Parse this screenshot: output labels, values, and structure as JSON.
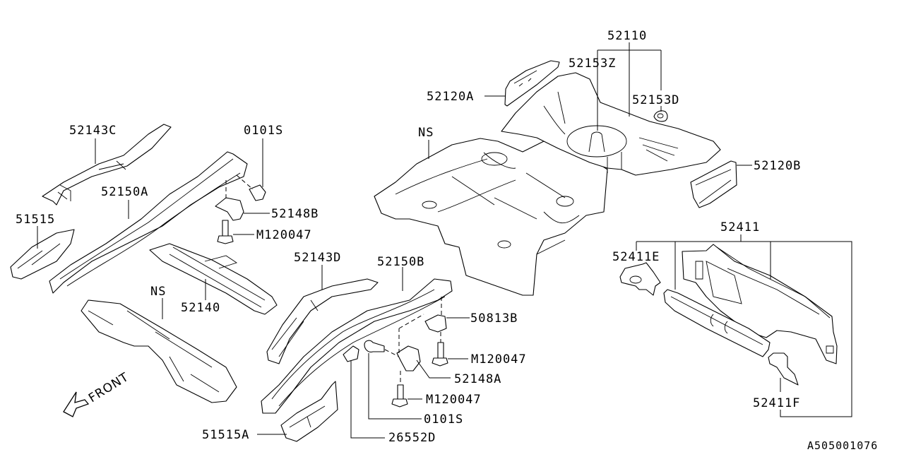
{
  "diagram": {
    "labels": {
      "p52110": "52110",
      "p52153Z": "52153Z",
      "p52153D": "52153D",
      "p52120A": "52120A",
      "p52120B": "52120B",
      "ns_floor": "NS",
      "p52143C": "52143C",
      "p0101S_top": "0101S",
      "p52150A": "52150A",
      "p52148B": "52148B",
      "p51515": "51515",
      "pM120047_top": "M120047",
      "p52140": "52140",
      "ns_tunnel": "NS",
      "p52143D": "52143D",
      "p52150B": "52150B",
      "p50813B": "50813B",
      "pM120047_mid": "M120047",
      "p52148A": "52148A",
      "pM120047_bot": "M120047",
      "p0101S_bot": "0101S",
      "p26552D": "26552D",
      "p51515A": "51515A",
      "p52411": "52411",
      "p52411E": "52411E",
      "p52411F": "52411F"
    },
    "front_indicator": "FRONT",
    "drawing_code": "A505001076"
  }
}
